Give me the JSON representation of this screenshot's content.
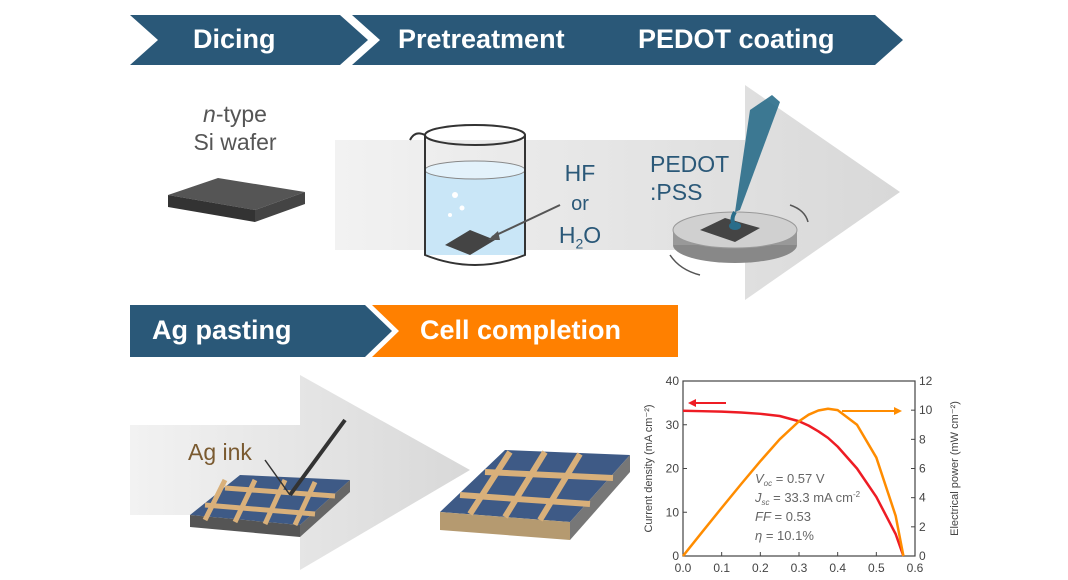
{
  "steps": {
    "dicing": "Dicing",
    "pretreatment": "Pretreatment",
    "pedot_coating": "PEDOT coating",
    "ag_pasting": "Ag pasting",
    "cell_completion": "Cell completion"
  },
  "labels": {
    "wafer_line1_italic": "n",
    "wafer_line1_rest": "-type",
    "wafer_line2": "Si wafer",
    "hf": "HF",
    "or": "or",
    "h2o_h": "H",
    "h2o_sub": "2",
    "h2o_o": "O",
    "pedot_line1": "PEDOT",
    "pedot_line2": ":PSS",
    "ag_ink": "Ag ink"
  },
  "colors": {
    "banner": "#2a5878",
    "accent": "#ff8000",
    "jv_curve": "#ee1c24",
    "power_curve": "#ff8c00"
  },
  "chart_data": {
    "type": "line",
    "xlabel": "",
    "ylabel": "Current density (mA cm⁻²)",
    "y2label": "Electrical power (mW cm⁻²)",
    "xlim": [
      0,
      0.6
    ],
    "ylim": [
      0,
      40
    ],
    "y2lim": [
      0,
      12
    ],
    "xticks": [
      "0.0",
      "0.1",
      "0.2",
      "0.3",
      "0.4",
      "0.5",
      "0.6"
    ],
    "yticks": [
      "0",
      "10",
      "20",
      "30",
      "40"
    ],
    "y2ticks": [
      "0",
      "2",
      "4",
      "6",
      "8",
      "10",
      "12"
    ],
    "x": [
      0,
      0.05,
      0.1,
      0.15,
      0.2,
      0.25,
      0.3,
      0.325,
      0.35,
      0.375,
      0.4,
      0.45,
      0.5,
      0.55,
      0.57
    ],
    "series": [
      {
        "name": "Current density",
        "axis": "left",
        "values": [
          33.2,
          33.1,
          33.0,
          32.8,
          32.5,
          32.0,
          30.8,
          29.8,
          28.5,
          27.0,
          25.0,
          20.0,
          13.5,
          5.0,
          0
        ]
      },
      {
        "name": "Electrical power",
        "axis": "right",
        "values": [
          0,
          1.66,
          3.3,
          4.92,
          6.5,
          8.0,
          9.24,
          9.69,
          9.98,
          10.1,
          10.0,
          9.0,
          6.75,
          2.75,
          0
        ]
      }
    ],
    "annotations": {
      "voc_sym": "V",
      "voc_sub": "oc",
      "voc_val": "= 0.57 V",
      "jsc_sym": "J",
      "jsc_sub": "sc",
      "jsc_val": "= 33.3 mA cm",
      "jsc_sup": "-2",
      "ff_sym": "FF",
      "ff_val": "= 0.53",
      "eta_sym": "η",
      "eta_val": "= 10.1%"
    }
  }
}
